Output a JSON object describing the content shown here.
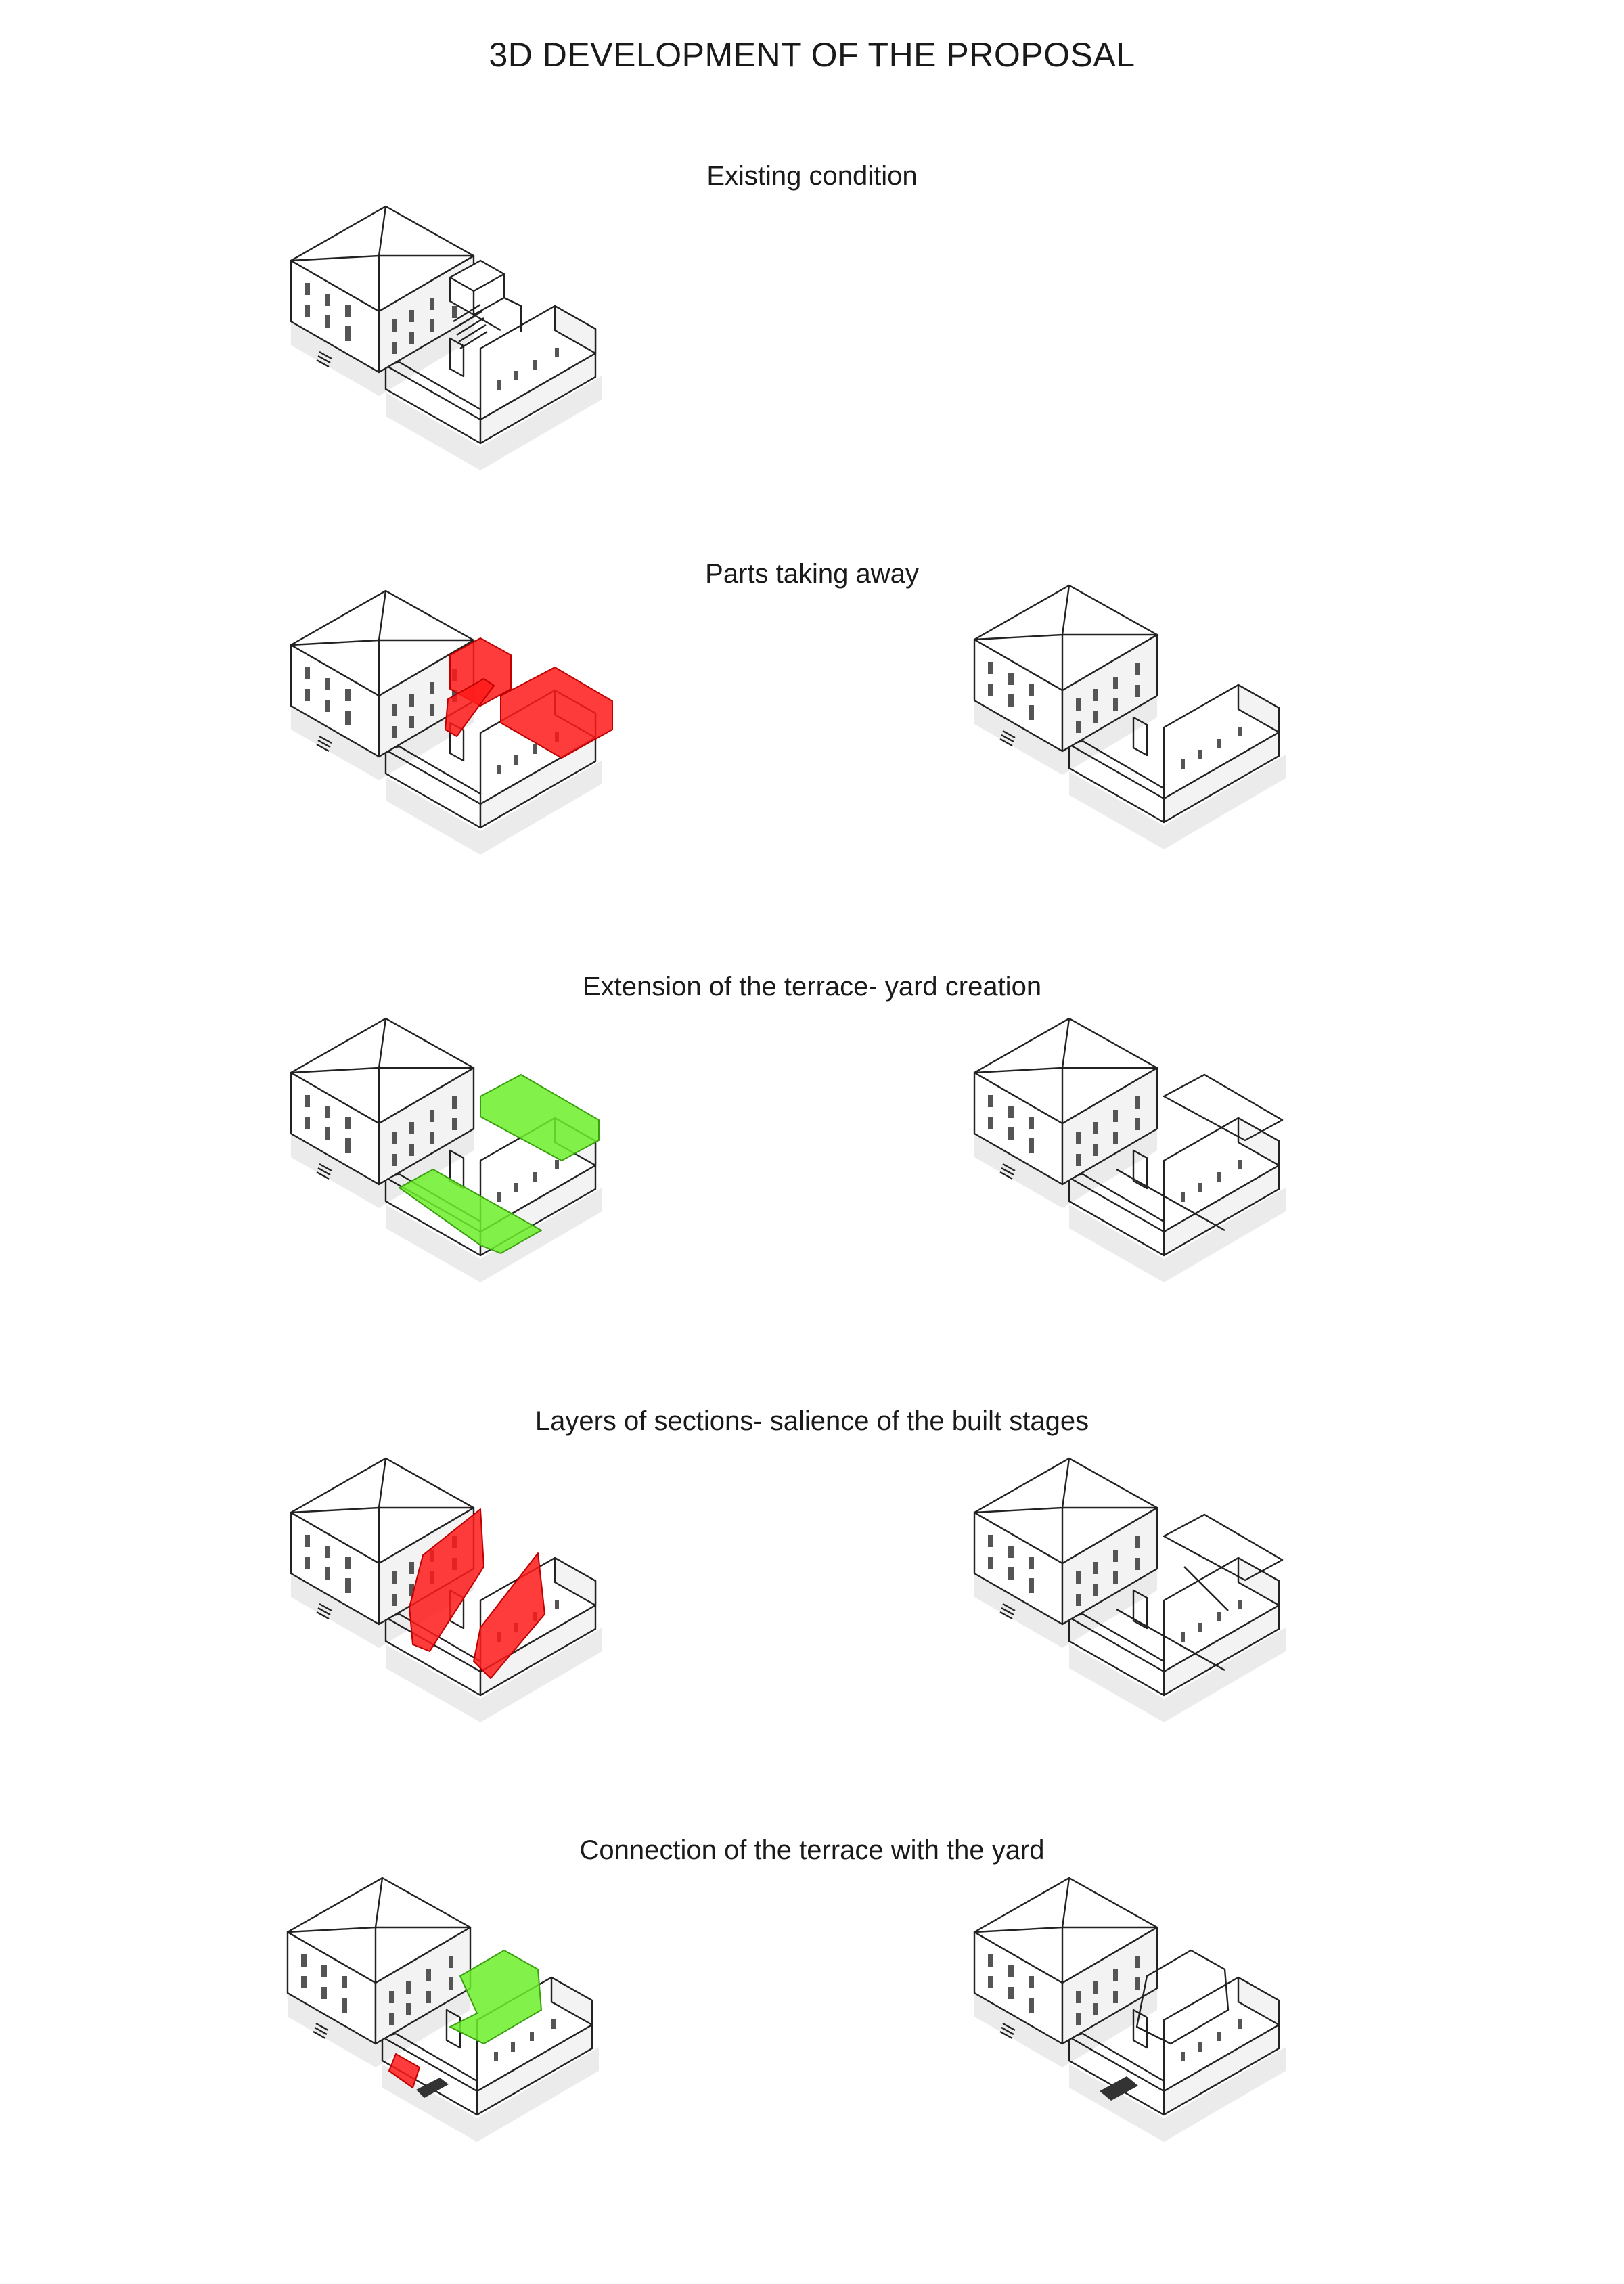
{
  "title": "3D DEVELOPMENT OF THE PROPOSAL",
  "sections": [
    {
      "heading": "Existing condition"
    },
    {
      "heading": "Parts taking away"
    },
    {
      "heading": "Extension of the terrace- yard creation"
    },
    {
      "heading": "Layers of sections- salience of the built stages"
    },
    {
      "heading": "Connection of the terrace with the yard"
    }
  ],
  "colors": {
    "removed": "#ff1a1a",
    "added": "#6cf02a",
    "outline": "#222222",
    "background": "#ffffff"
  }
}
